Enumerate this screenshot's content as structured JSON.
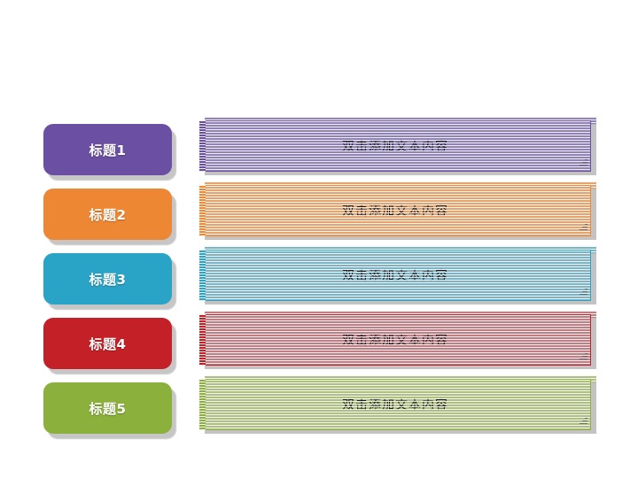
{
  "slide": {
    "background_color": "#FFFFFF",
    "title": "",
    "rows": [
      {
        "label": "标题1",
        "label_color": "#6B4FA3",
        "content_text": "双击添加文本内容",
        "content_color": "#8F83B8",
        "content_border_color": "#6B4FA3",
        "content_strip_color": "#6B4FA3"
      },
      {
        "label": "标题2",
        "label_color": "#ED8733",
        "content_text": "双击添加文本内容",
        "content_color": "#E2A571",
        "content_border_color": "#EE8A36",
        "content_strip_color": "#EE8A36"
      },
      {
        "label": "标题3",
        "label_color": "#29A3C6",
        "content_text": "双击添加文本内容",
        "content_color": "#7FB2C4",
        "content_border_color": "#2BA4C7",
        "content_strip_color": "#2BA4C7"
      },
      {
        "label": "标题4",
        "label_color": "#C32027",
        "content_text": "双击添加文本内容",
        "content_color": "#BE8085",
        "content_border_color": "#C22128",
        "content_strip_color": "#C22128"
      },
      {
        "label": "标题5",
        "label_color": "#8BB03C",
        "content_text": "双击添加文本内容",
        "content_color": "#AFBE82",
        "content_border_color": "#8CB13E",
        "content_strip_color": "#8CB13E"
      }
    ]
  },
  "shadow_color": "#BDBDBD",
  "text_color": "#1A1A1A",
  "label_text_color": "#FFFFFF"
}
